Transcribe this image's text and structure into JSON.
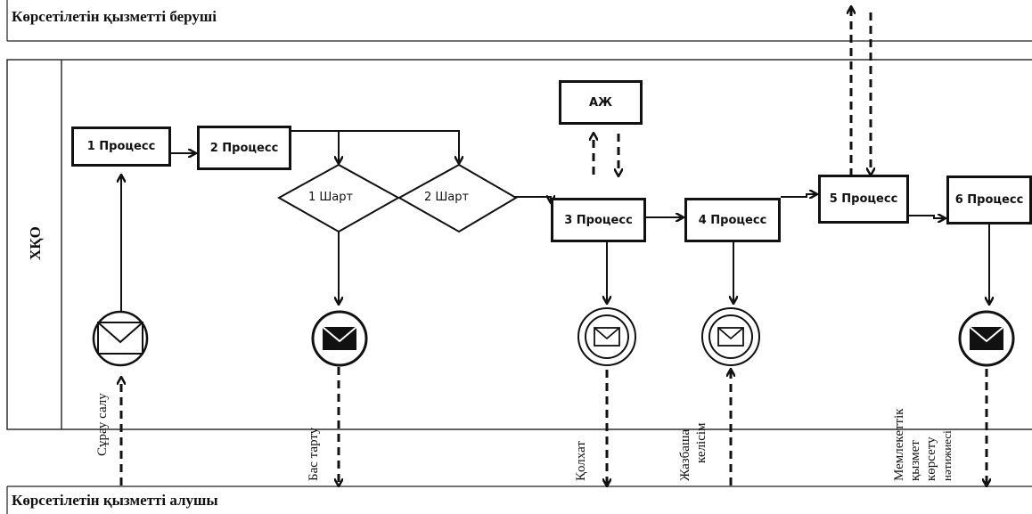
{
  "lanes": {
    "provider": "Көрсетілетін қызметті беруші",
    "center": "ХҚО",
    "recipient": "Көрсетілетін қызметті алушы"
  },
  "processes": {
    "p1": "1 Процесс",
    "p2": "2 Процесс",
    "p3": "3 Процесс",
    "p4": "4 Процесс",
    "p5": "5 Процесс",
    "p6": "6 Процесс",
    "aj": "АЖ"
  },
  "conditions": {
    "c1": "1 Шарт",
    "c2": "2 Шарт"
  },
  "messages": {
    "request": "Сұрау салу",
    "refusal": "Бас тарту",
    "receipt": "Қолхат",
    "written_consent_1": "Жазбаша",
    "written_consent_2": "келісім",
    "result_1": "Мемлекеттік",
    "result_2": "қызмет",
    "result_3": "көрсету",
    "result_4": "нәтижиесі"
  }
}
